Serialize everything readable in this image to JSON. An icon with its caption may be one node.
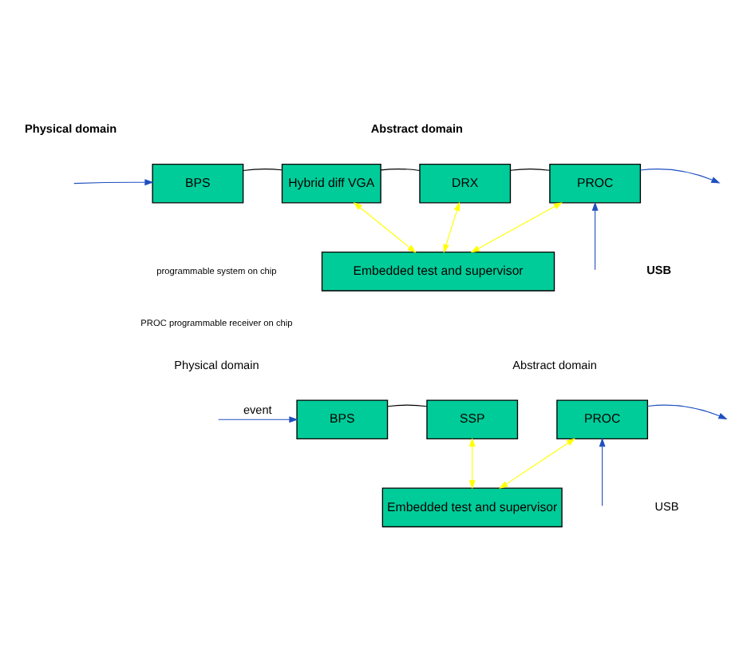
{
  "diagram": {
    "nodes": [
      {
        "text": [
          "BPS"
        ]
      },
      {
        "text": [
          "Hybrid diff VGA"
        ]
      },
      {
        "text": [
          "DRX"
        ]
      },
      {
        "text": [
          "PROC"
        ]
      },
      {
        "text": [
          "Embedded test and supervisor"
        ]
      },
      {
        "text": [
          "BPS"
        ]
      },
      {
        "text": [
          "SSP"
        ]
      },
      {
        "text": [
          "PROC"
        ]
      },
      {
        "text": [
          "Embedded test and supervisor"
        ]
      }
    ],
    "edges": [
      {
        "from": null,
        "to": 0,
        "arrow": "to",
        "color": "#1f4fbf"
      },
      {
        "from": 0,
        "to": 1,
        "arrow": "none",
        "color": "#000000"
      },
      {
        "from": 1,
        "to": 2,
        "arrow": "none",
        "color": "#000000"
      },
      {
        "from": 2,
        "to": 3,
        "arrow": "none",
        "color": "#000000"
      },
      {
        "from": 3,
        "to": null,
        "arrow": "to",
        "color": "#1f4fbf"
      },
      {
        "from": null,
        "to": 3,
        "arrow": "to",
        "color": "#1f4fbf"
      },
      {
        "from": 1,
        "to": 4,
        "arrow": "both",
        "color": "#ffff00"
      },
      {
        "from": 2,
        "to": 4,
        "arrow": "both",
        "color": "#ffff00"
      },
      {
        "from": 3,
        "to": 4,
        "arrow": "both",
        "color": "#ffff00"
      },
      {
        "from": null,
        "to": 5,
        "arrow": "to",
        "label": "event",
        "color": "#1f4fbf"
      },
      {
        "from": 5,
        "to": 6,
        "arrow": "none",
        "color": "#000000"
      },
      {
        "from": 7,
        "to": null,
        "arrow": "to",
        "color": "#1f4fbf"
      },
      {
        "from": null,
        "to": 7,
        "arrow": "to",
        "color": "#1f4fbf"
      },
      {
        "from": 6,
        "to": 8,
        "arrow": "both",
        "color": "#ffff00"
      },
      {
        "from": 7,
        "to": 8,
        "arrow": "both",
        "color": "#ffff00"
      }
    ],
    "labels": [
      "Physical domain",
      "Abstract domain",
      "USB",
      "programmable system on chip",
      "PROC programmable receiver on chip",
      "Abstract domain",
      "Physical domain",
      "USB"
    ]
  }
}
